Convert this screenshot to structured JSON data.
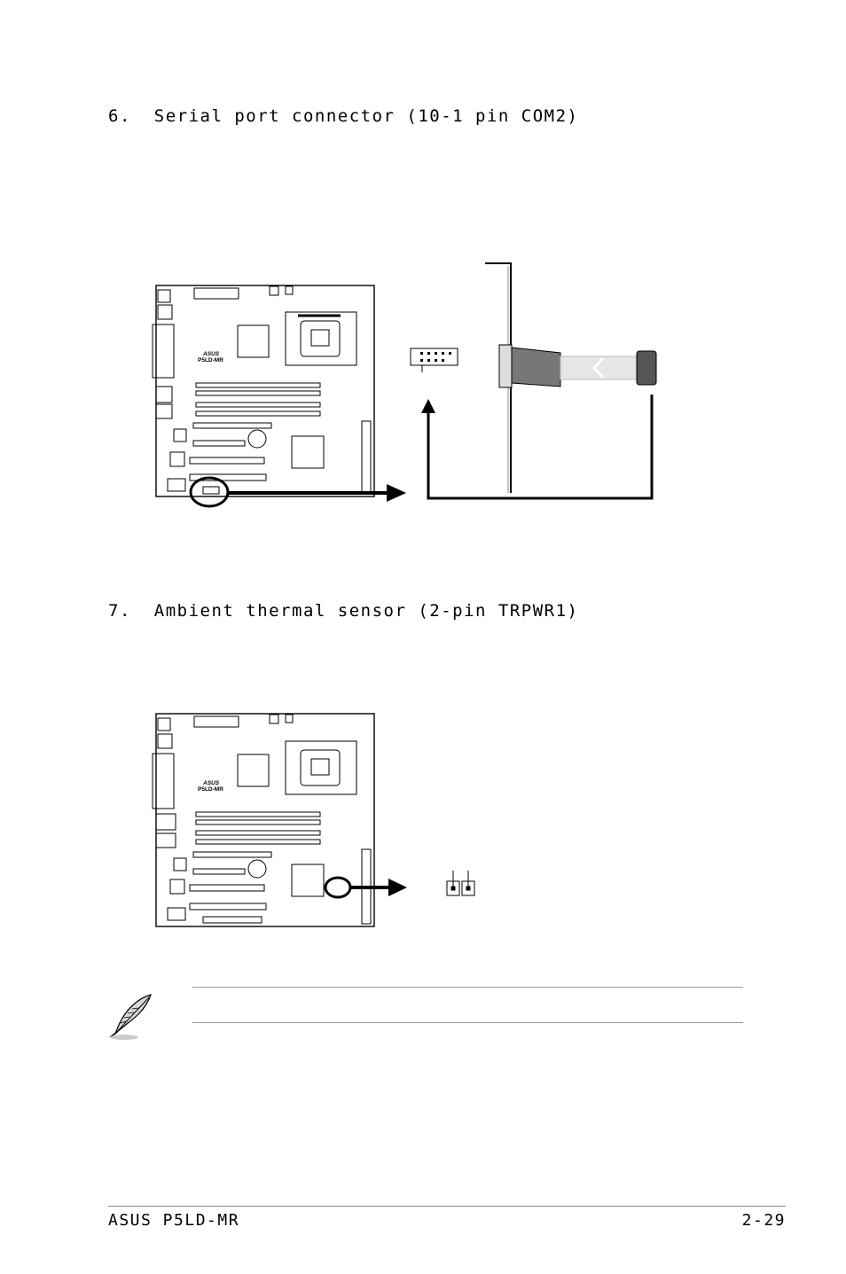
{
  "section6": {
    "heading": "6.  Serial port connector (10-1 pin COM2)"
  },
  "section7": {
    "heading": "7.  Ambient thermal sensor (2-pin TRPWR1)"
  },
  "motherboard": {
    "brand_logo": "ASUS",
    "model_label": "P5LD-MR"
  },
  "footer": {
    "left": "ASUS P5LD-MR",
    "right": "2-29"
  },
  "icons": {
    "note": "feather-pen-icon"
  }
}
